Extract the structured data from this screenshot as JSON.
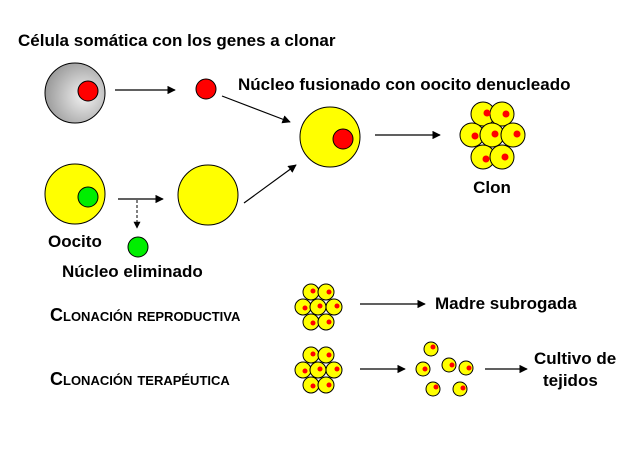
{
  "labels": {
    "somatic_cell": "Célula somática con los genes a clonar",
    "fused_nucleus": "Núcleo fusionado con oocito denucleado",
    "oocyte": "Oocito",
    "removed_nucleus": "Núcleo eliminado",
    "clone": "Clon",
    "reproductive_cloning": "Clonación reproductiva",
    "surrogate_mother": "Madre subrogada",
    "therapeutic_cloning": "Clonación terapéutica",
    "tissue_culture_line1": "Cultivo de",
    "tissue_culture_line2": "tejidos"
  },
  "colors": {
    "somatic_cell_fill": "#b0b0b0",
    "nucleus_red": "#ff0000",
    "oocyte_yellow": "#ffff00",
    "nucleus_green": "#00ee00",
    "outline": "#000000"
  }
}
